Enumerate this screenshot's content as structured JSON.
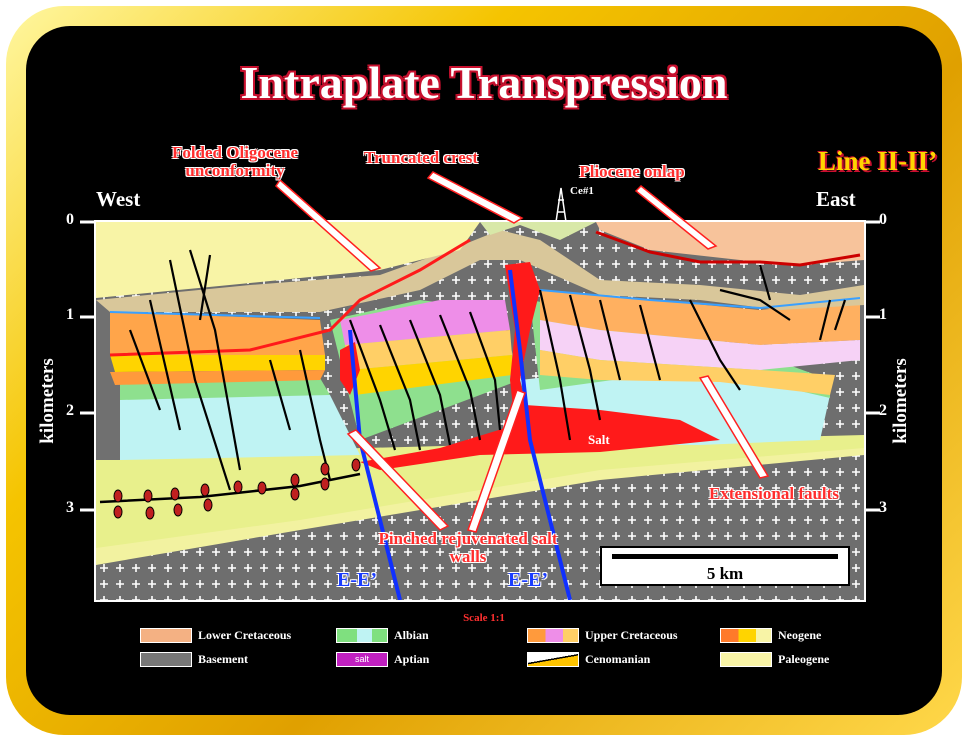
{
  "title": "Intraplate Transpression",
  "line_label": "Line II-II’",
  "directions": {
    "west": "West",
    "east": "East"
  },
  "axis": {
    "label": "kilometers",
    "ticks_left": [
      "0",
      "1",
      "2",
      "3"
    ],
    "ticks_right": [
      "0",
      "1",
      "2",
      "3"
    ]
  },
  "annotations": {
    "folded_unconformity": "Folded Oligocene unconformity",
    "truncated_crest": "Truncated crest",
    "pliocene_onlap": "Pliocene onlap",
    "pinched_salt_walls": "Pinched rejuvenated salt walls",
    "extensional_faults": "Extensional faults",
    "salt": "Salt",
    "well": "Ce#1",
    "fault_left": "E-E’",
    "fault_right": "E-E’"
  },
  "scale": {
    "bar_label": "5 km",
    "note": "Scale 1:1"
  },
  "legend": [
    {
      "label": "Lower Cretaceous",
      "color": "#f4b183"
    },
    {
      "label": "Albian",
      "color": "#7fe07f"
    },
    {
      "label": "Upper Cretaceous",
      "color": "#ff9a3c"
    },
    {
      "label": "Neogene",
      "color": "#ff7a2a"
    },
    {
      "label": "Basement",
      "color": "#777777"
    },
    {
      "label": "Aptian",
      "color": "#c020c0",
      "swatch_text": "salt"
    },
    {
      "label": "Cenomanian",
      "color": "#ffc400"
    },
    {
      "label": "Paleogene",
      "color": "#f8f4a6"
    }
  ]
}
